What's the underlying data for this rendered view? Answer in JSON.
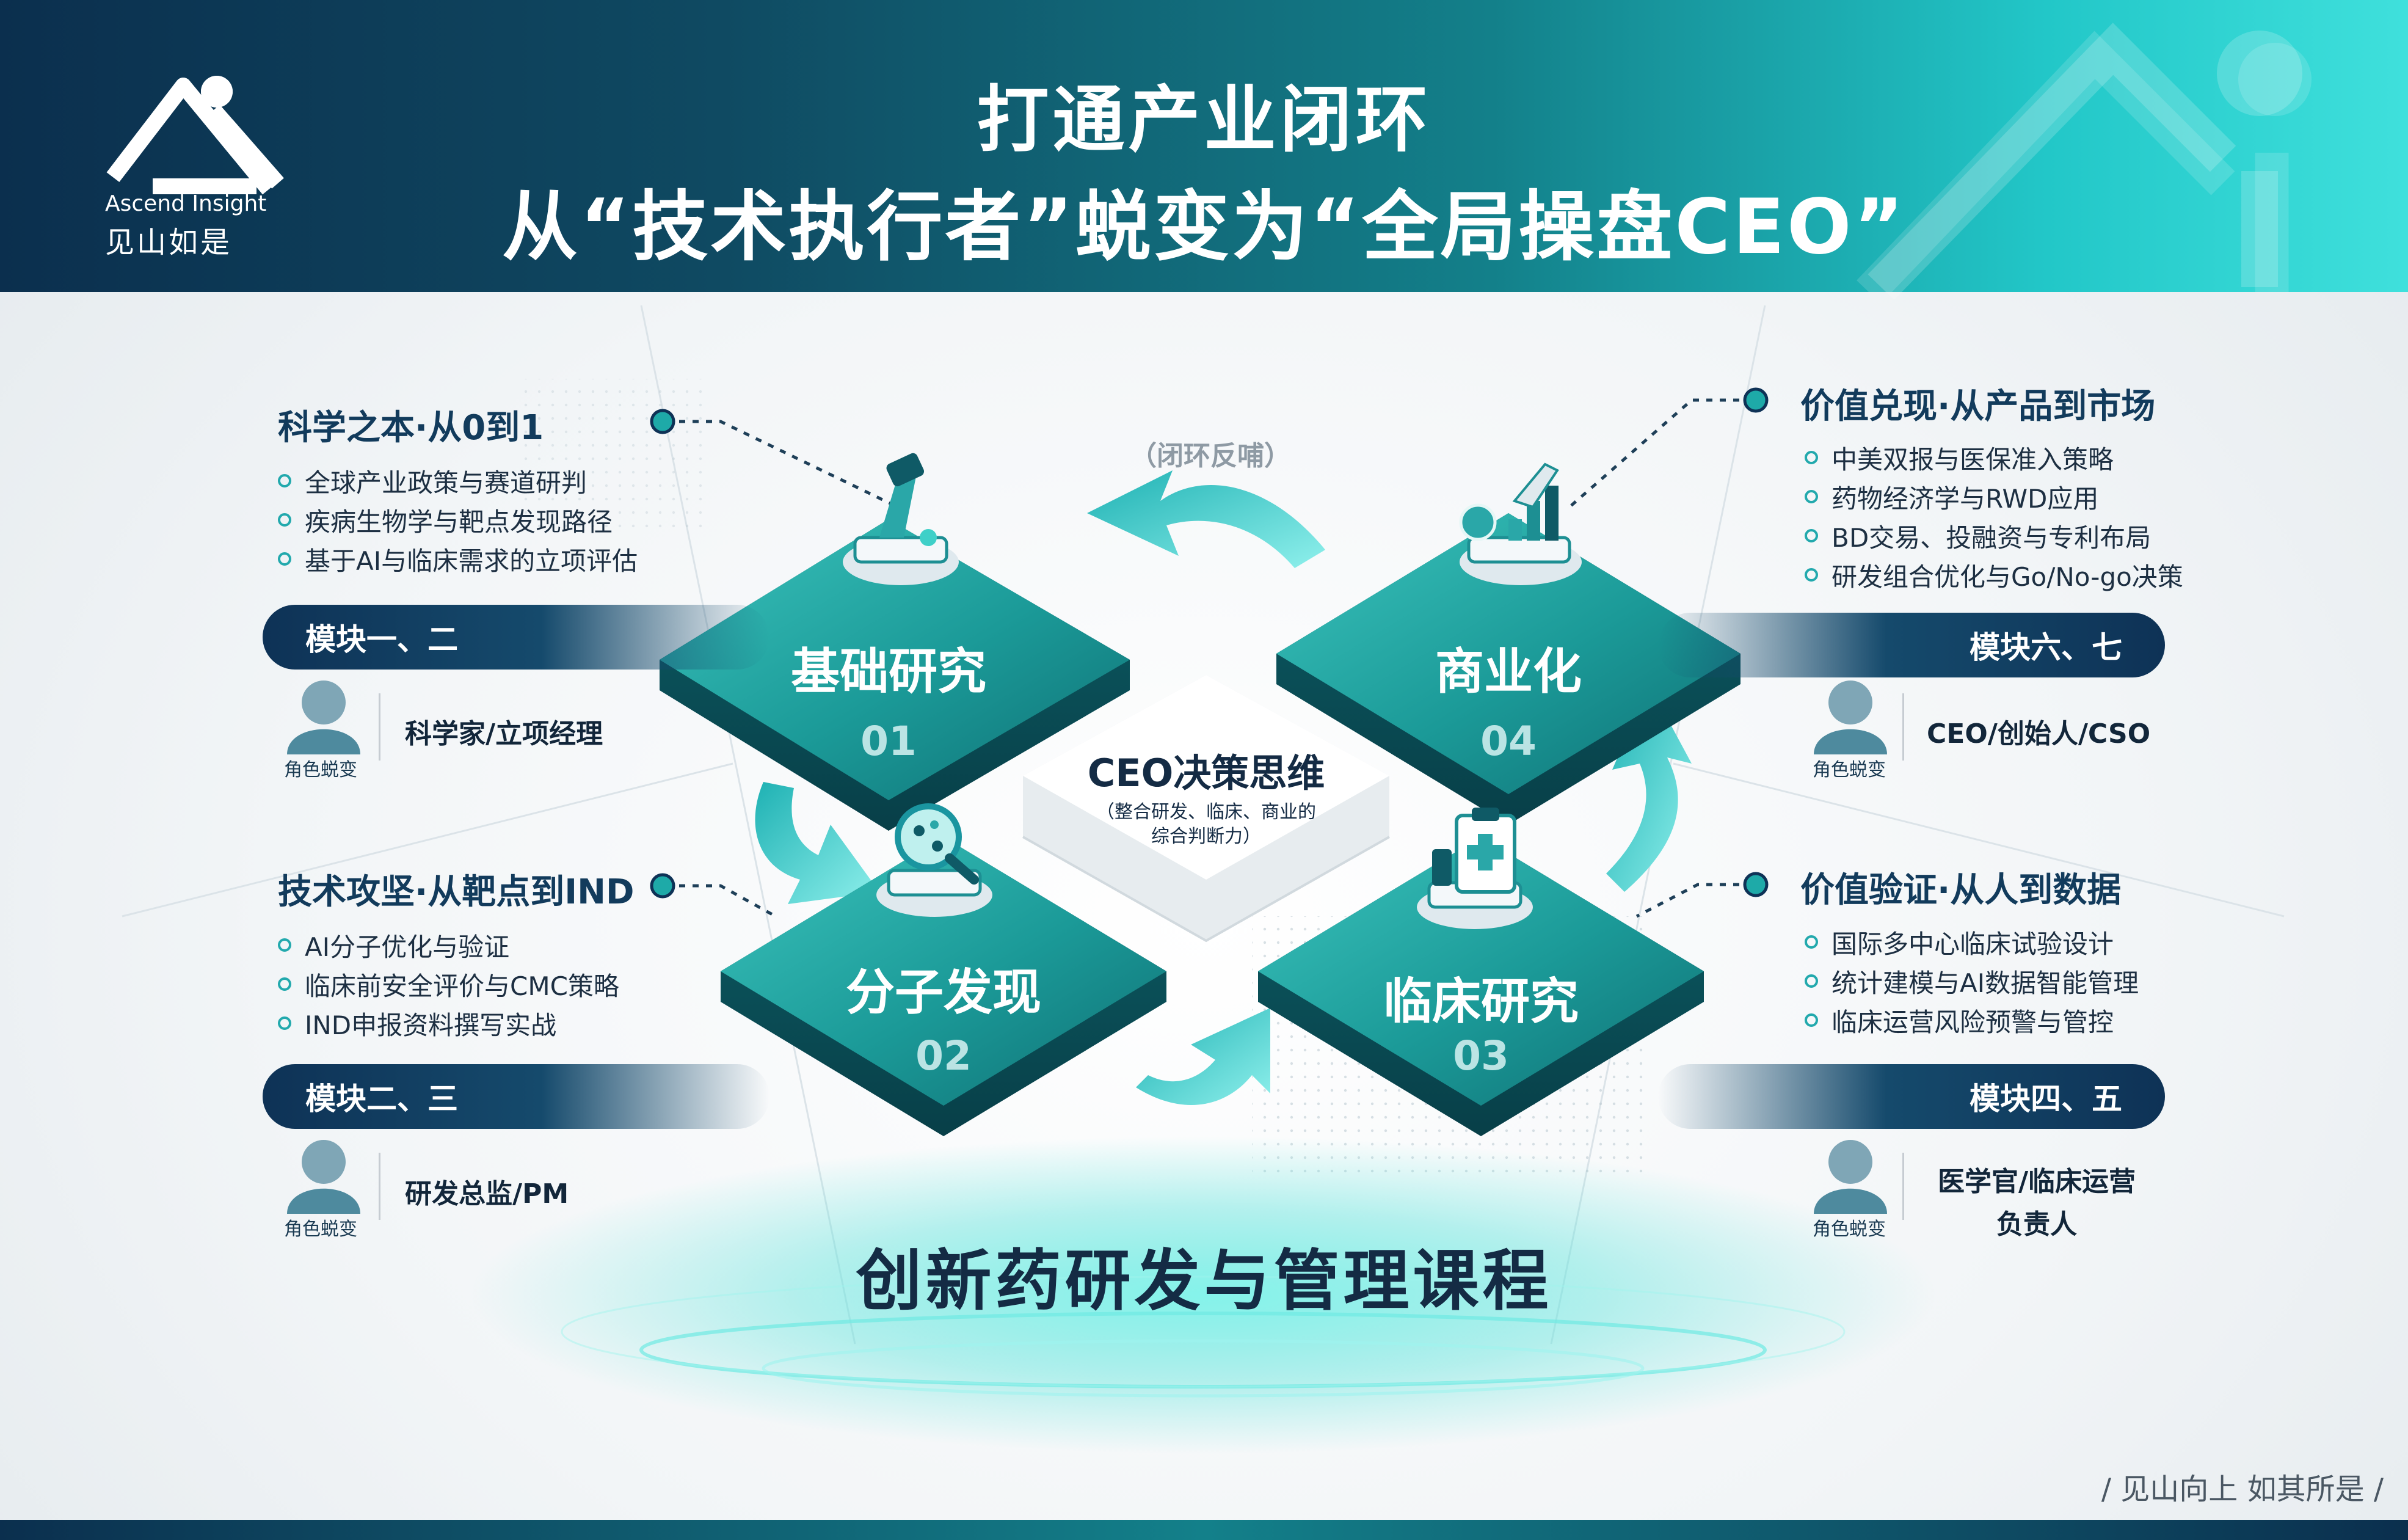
{
  "header": {
    "title_line1": "打通产业闭环",
    "title_line2": "从“技术执行者”蜕变为“全局操盘CEO”",
    "logo_en": "Ascend Insight",
    "logo_cn": "见山如是"
  },
  "center": {
    "title": "CEO决策思维",
    "subtitle_line1": "（整合研发、临床、商业的",
    "subtitle_line2": "综合判断力）",
    "loop_label": "（闭环反哺）"
  },
  "stages": [
    {
      "label": "基础研究",
      "number": "01",
      "icon": "microscope-icon"
    },
    {
      "label": "分子发现",
      "number": "02",
      "icon": "molecule-magnifier-icon"
    },
    {
      "label": "临床研究",
      "number": "03",
      "icon": "clipboard-medical-icon"
    },
    {
      "label": "商业化",
      "number": "04",
      "icon": "rocket-chart-icon"
    }
  ],
  "sections": {
    "top_left": {
      "title": "科学之本·从0到1",
      "bullets": [
        "全球产业政策与赛道研判",
        "疾病生物学与靶点发现路径",
        "基于AI与临床需求的立项评估"
      ],
      "module": "模块一、二",
      "role": "科学家/立项经理",
      "role_caption": "角色蜕变"
    },
    "bottom_left": {
      "title": "技术攻坚·从靶点到IND",
      "bullets": [
        "AI分子优化与验证",
        "临床前安全评价与CMC策略",
        "IND申报资料撰写实战"
      ],
      "module": "模块二、三",
      "role": "研发总监/PM",
      "role_caption": "角色蜕变"
    },
    "top_right": {
      "title": "价值兑现·从产品到市场",
      "bullets": [
        "中美双报与医保准入策略",
        "药物经济学与RWD应用",
        "BD交易、投融资与专利布局",
        "研发组合优化与Go/No-go决策"
      ],
      "module": "模块六、七",
      "role": "CEO/创始人/CSO",
      "role_caption": "角色蜕变"
    },
    "bottom_right": {
      "title": "价值验证·从人到数据",
      "bullets": [
        "国际多中心临床试验设计",
        "统计建模与AI数据智能管理",
        "临床运营风险预警与管控"
      ],
      "module": "模块四、五",
      "role_line1": "医学官/临床运营",
      "role_line2": "负责人",
      "role_caption": "角色蜕变"
    }
  },
  "course_title": "创新药研发与管理课程",
  "slogan": "/ 见山向上   如其所是 /",
  "colors": {
    "teal": "#1aa6a6",
    "navy": "#0e3256",
    "accent": "#3fe0dc"
  }
}
